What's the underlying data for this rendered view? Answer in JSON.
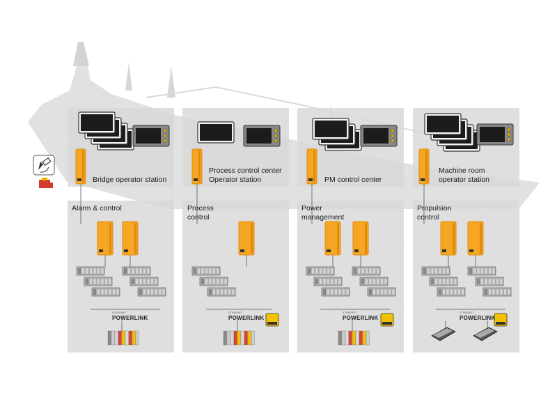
{
  "top_stations": [
    {
      "label": "Bridge operator station"
    },
    {
      "label": "Process control center\nOperator station"
    },
    {
      "label": "PM control center"
    },
    {
      "label": "Machine room\noperator station"
    }
  ],
  "control_sections": [
    {
      "label": "Alarm & control"
    },
    {
      "label": "Process\ncontrol"
    },
    {
      "label": "Power\nmanagement"
    },
    {
      "label": "Propulsion\ncontrol"
    }
  ],
  "powerlink": {
    "brand": "POWERLINK",
    "prefix": "ETHERNET"
  },
  "colors": {
    "panel": "#d8d8d8",
    "controller_orange": "#f5a623",
    "controller_dark": "#e08a10",
    "screen": "#1c1c1c",
    "io_module": "#b5b5b5",
    "safety_yellow": "#f2c200",
    "line": "#555555"
  }
}
